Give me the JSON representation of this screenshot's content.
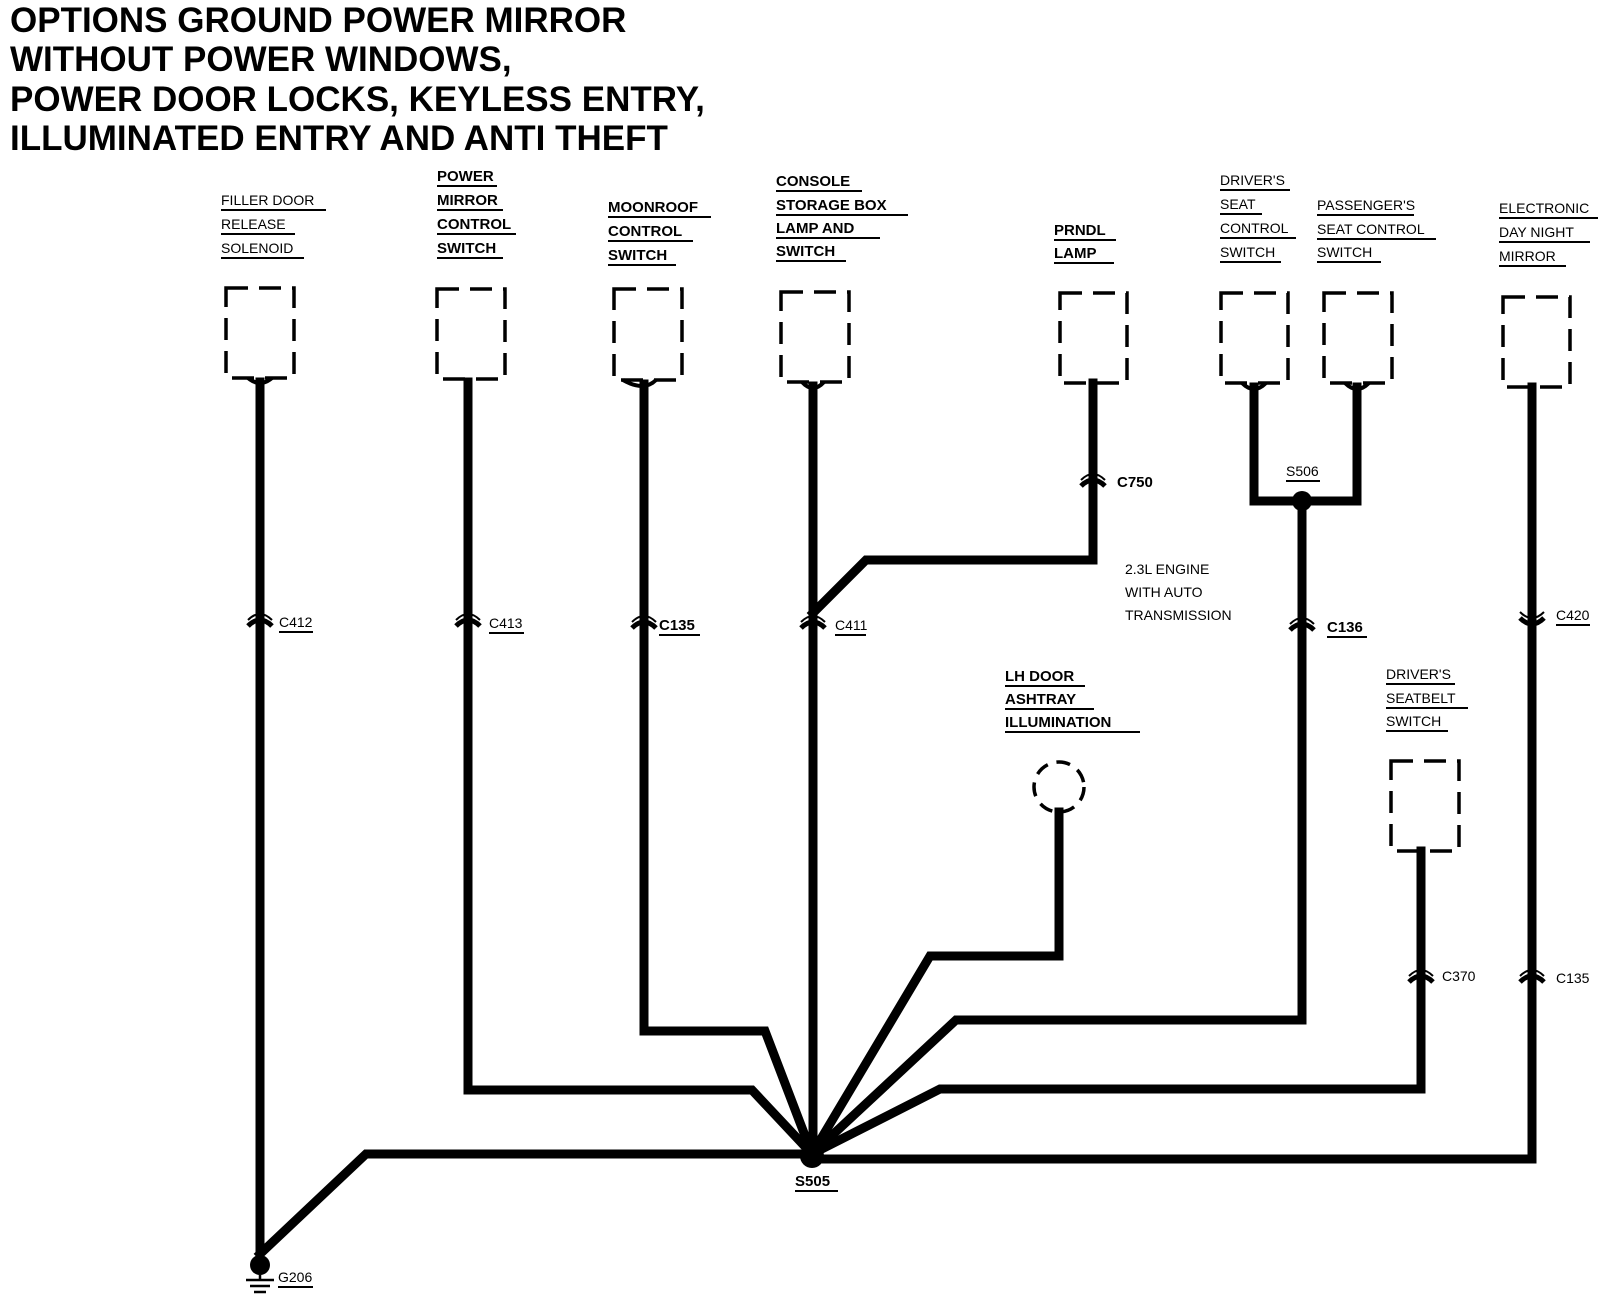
{
  "title": [
    "OPTIONS GROUND POWER MIRROR",
    "WITHOUT POWER WINDOWS,",
    "POWER DOOR LOCKS, KEYLESS ENTRY,",
    "ILLUMINATED ENTRY AND ANTI THEFT"
  ],
  "components": {
    "filler_door": [
      "FILLER DOOR",
      "RELEASE",
      "SOLENOID"
    ],
    "power_mirror": [
      "POWER",
      "MIRROR",
      "CONTROL",
      "SWITCH"
    ],
    "moonroof": [
      "MOONROOF",
      "CONTROL",
      "SWITCH"
    ],
    "console": [
      "CONSOLE",
      "STORAGE BOX",
      "LAMP AND",
      "SWITCH"
    ],
    "prndl": [
      "PRNDL",
      "LAMP"
    ],
    "drivers_seat": [
      "DRIVER'S",
      "SEAT",
      "CONTROL",
      "SWITCH"
    ],
    "passengers_seat": [
      "PASSENGER'S",
      "SEAT CONTROL",
      "SWITCH"
    ],
    "day_night_mirror": [
      "ELECTRONIC",
      "DAY NIGHT",
      "MIRROR"
    ],
    "lh_door_ashtray": [
      "LH DOOR",
      "ASHTRAY",
      "ILLUMINATION"
    ],
    "seatbelt_switch": [
      "DRIVER'S",
      "SEATBELT",
      "SWITCH"
    ]
  },
  "connectors": {
    "c412": "C412",
    "c413": "C413",
    "c135_a": "C135",
    "c411": "C411",
    "c750": "C750",
    "c136": "C136",
    "c420": "C420",
    "c370": "C370",
    "c135_b": "C135"
  },
  "splices": {
    "s505": "S505",
    "s506": "S506"
  },
  "ground": "G206",
  "note": [
    "2.3L ENGINE",
    "WITH AUTO",
    "TRANSMISSION"
  ]
}
